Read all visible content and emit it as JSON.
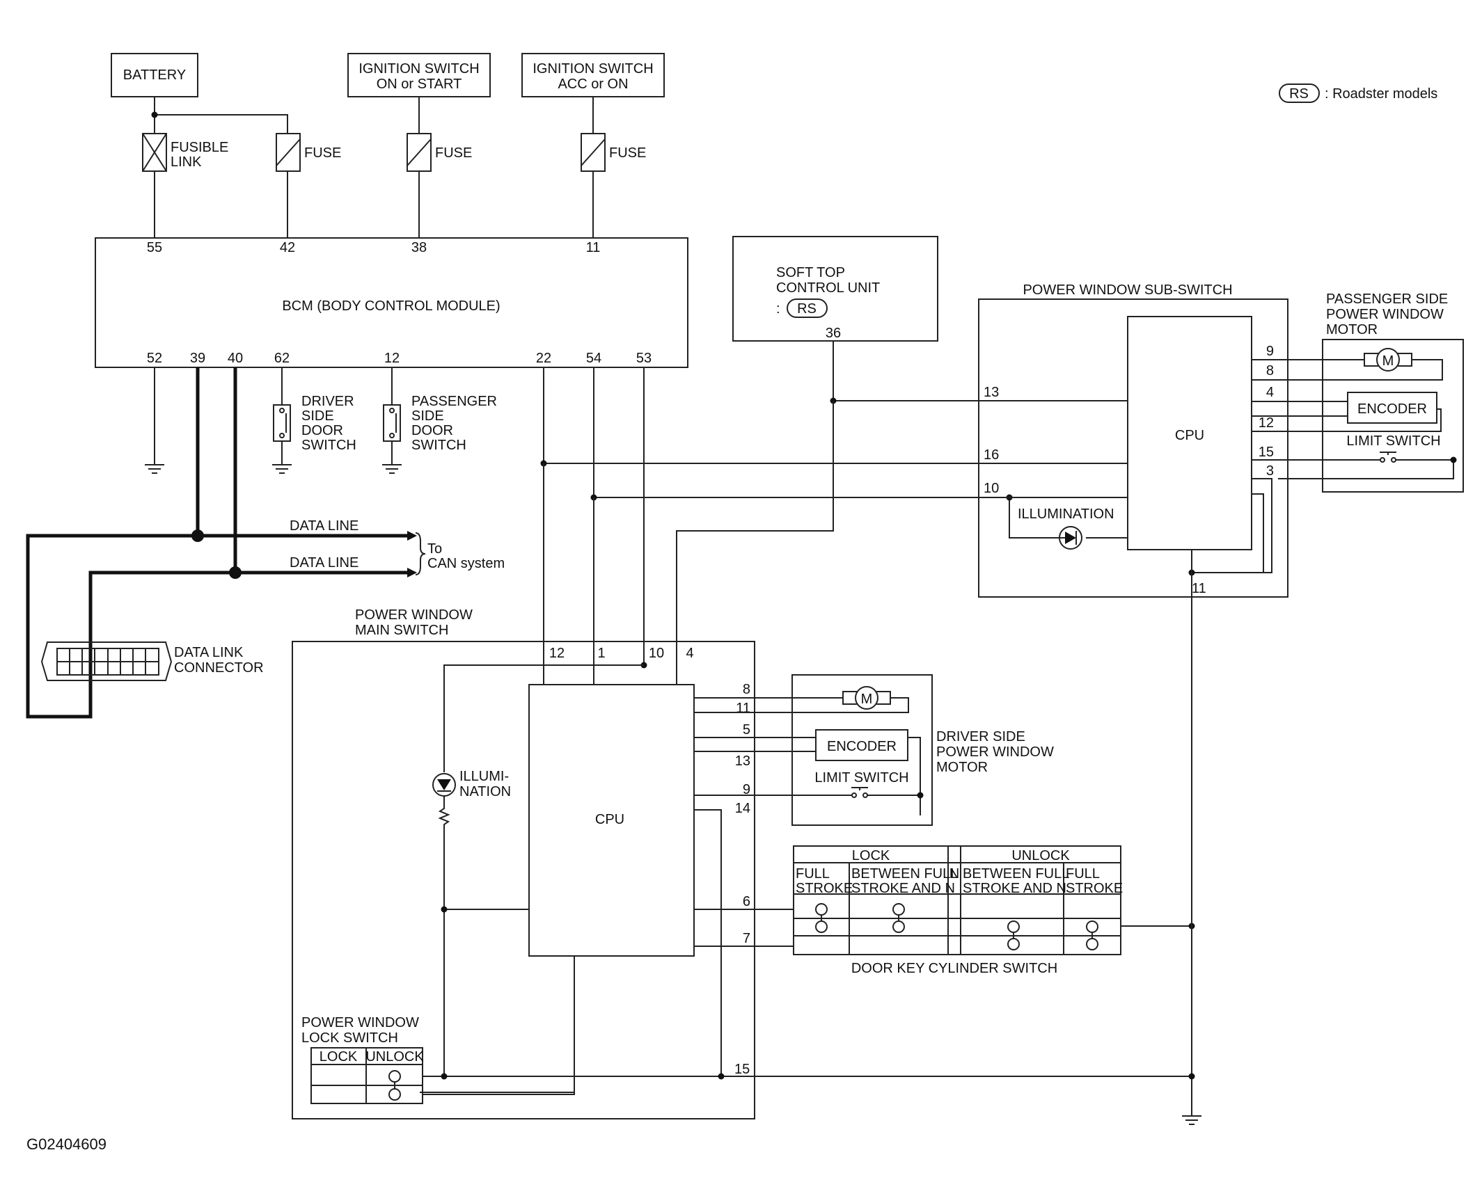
{
  "sources": {
    "battery": "BATTERY",
    "ign_on_start": [
      "IGNITION SWITCH",
      "ON or START"
    ],
    "ign_acc_on": [
      "IGNITION SWITCH",
      "ACC or ON"
    ]
  },
  "legend": {
    "symbol": "RS",
    "text": ": Roadster models"
  },
  "protection": {
    "fusible_link": [
      "FUSIBLE",
      "LINK"
    ],
    "fuse": "FUSE"
  },
  "bcm": {
    "label": "BCM (BODY CONTROL MODULE)",
    "top_pins": [
      "55",
      "42",
      "38",
      "11"
    ],
    "bottom_pins": [
      "52",
      "39",
      "40",
      "62",
      "12",
      "22",
      "54",
      "53"
    ]
  },
  "door_switches": {
    "driver": [
      "DRIVER",
      "SIDE",
      "DOOR",
      "SWITCH"
    ],
    "passenger": [
      "PASSENGER",
      "SIDE",
      "DOOR",
      "SWITCH"
    ]
  },
  "data_lines": {
    "label": "DATA LINE",
    "to": [
      "To",
      "CAN system"
    ]
  },
  "data_link_connector": [
    "DATA LINK",
    "CONNECTOR"
  ],
  "soft_top": {
    "lines": [
      "SOFT TOP",
      "CONTROL UNIT"
    ],
    "colon": ":",
    "symbol": "RS",
    "pin": "36"
  },
  "sub_switch": {
    "title": "POWER WINDOW SUB-SWITCH",
    "cpu": "CPU",
    "left_pins": [
      "13",
      "16",
      "10"
    ],
    "right_pins": [
      "9",
      "8",
      "4",
      "12",
      "15",
      "3"
    ],
    "bottom_pin": "11",
    "illumination": "ILLUMINATION"
  },
  "passenger_motor": {
    "title": [
      "PASSENGER SIDE",
      "POWER WINDOW",
      "MOTOR"
    ],
    "motor": "M",
    "encoder": "ENCODER",
    "limit_switch": "LIMIT SWITCH"
  },
  "main_switch": {
    "title": [
      "POWER WINDOW",
      "MAIN SWITCH"
    ],
    "cpu": "CPU",
    "top_pins": [
      "12",
      "1",
      "10",
      "4"
    ],
    "right_pins": [
      "8",
      "11",
      "5",
      "13",
      "9",
      "14",
      "6",
      "7"
    ],
    "gnd_pin": "15",
    "illumination": [
      "ILLUMI-",
      "NATION"
    ]
  },
  "driver_motor": {
    "title": [
      "DRIVER SIDE",
      "POWER WINDOW",
      "MOTOR"
    ],
    "motor": "M",
    "encoder": "ENCODER",
    "limit_switch": "LIMIT SWITCH"
  },
  "key_cylinder": {
    "title": "DOOR KEY CYLINDER SWITCH",
    "lock": "LOCK",
    "unlock": "UNLOCK",
    "n": "N",
    "full_stroke": [
      "FULL",
      "STROKE"
    ],
    "between": [
      "BETWEEN FULL",
      "STROKE AND N"
    ]
  },
  "lock_switch": {
    "title": [
      "POWER WINDOW",
      "LOCK SWITCH"
    ],
    "lock": "LOCK",
    "unlock": "UNLOCK"
  },
  "figure_id": "G02404609"
}
